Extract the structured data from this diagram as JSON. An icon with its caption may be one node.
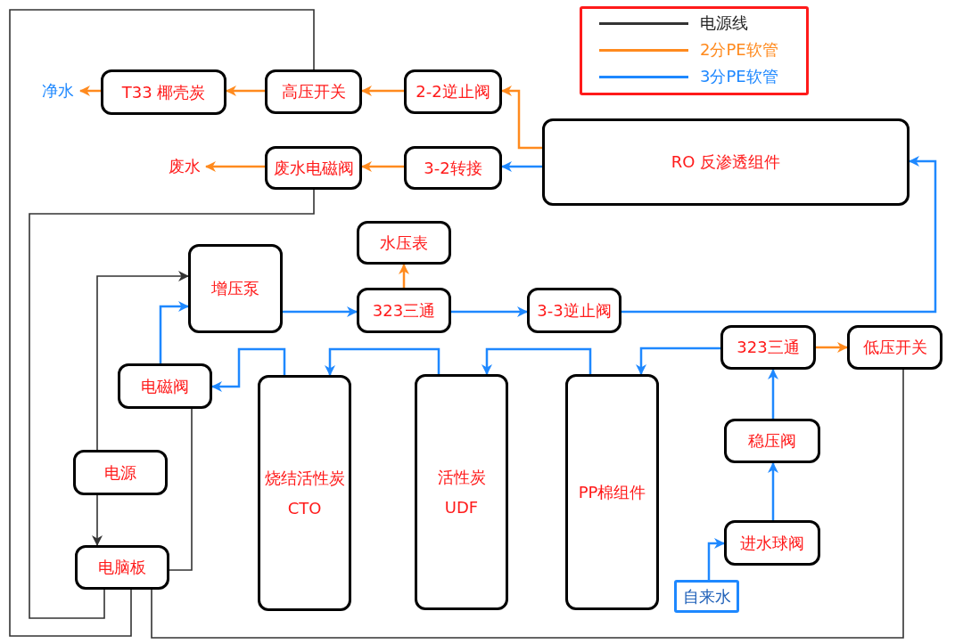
{
  "diagram": {
    "nodes": [
      {
        "text": [
          "净水"
        ]
      },
      {
        "text": [
          "T33 椰壳炭"
        ]
      },
      {
        "text": [
          "高压开关"
        ]
      },
      {
        "text": [
          "2-2逆止阀"
        ]
      },
      {
        "text": [
          "废水"
        ]
      },
      {
        "text": [
          "废水电磁阀"
        ]
      },
      {
        "text": [
          "3-2转接"
        ]
      },
      {
        "text": [
          "RO 反渗透组件"
        ]
      },
      {
        "text": [
          "水压表"
        ]
      },
      {
        "text": [
          "增压泵"
        ]
      },
      {
        "text": [
          "323三通"
        ]
      },
      {
        "text": [
          "3-3逆止阀"
        ]
      },
      {
        "text": [
          "电磁阀"
        ]
      },
      {
        "text": [
          "烧结活性炭",
          "CTO"
        ]
      },
      {
        "text": [
          "活性炭",
          "UDF"
        ]
      },
      {
        "text": [
          "PP棉组件"
        ]
      },
      {
        "text": [
          "323三通"
        ]
      },
      {
        "text": [
          "低压开关"
        ]
      },
      {
        "text": [
          "稳压阀"
        ]
      },
      {
        "text": [
          "进水球阀"
        ]
      },
      {
        "text": [
          "自来水"
        ]
      },
      {
        "text": [
          "电源"
        ]
      },
      {
        "text": [
          "电脑板"
        ]
      }
    ],
    "edges": [
      {
        "from": 20,
        "to": 19,
        "arrow": "to"
      },
      {
        "from": 19,
        "to": 18,
        "arrow": "to"
      },
      {
        "from": 18,
        "to": 16,
        "arrow": "to"
      },
      {
        "from": 16,
        "to": 17,
        "arrow": "to",
        "color": "#ff8a1e"
      },
      {
        "from": 16,
        "to": 15,
        "arrow": "to"
      },
      {
        "from": 15,
        "to": 14,
        "arrow": "to"
      },
      {
        "from": 14,
        "to": 13,
        "arrow": "to"
      },
      {
        "from": 13,
        "to": 12,
        "arrow": "to"
      },
      {
        "from": 12,
        "to": 9,
        "arrow": "to"
      },
      {
        "from": 9,
        "to": 10,
        "arrow": "to"
      },
      {
        "from": 10,
        "to": 8,
        "arrow": "to",
        "color": "#ff8a1e"
      },
      {
        "from": 10,
        "to": 11,
        "arrow": "to"
      },
      {
        "from": 11,
        "to": 7,
        "arrow": "to"
      },
      {
        "from": 7,
        "to": 6,
        "arrow": "to"
      },
      {
        "from": 7,
        "to": 3,
        "arrow": "to",
        "color": "#ff8a1e"
      },
      {
        "from": 3,
        "to": 2,
        "arrow": "to",
        "color": "#ff8a1e"
      },
      {
        "from": 2,
        "to": 1,
        "arrow": "to",
        "color": "#ff8a1e"
      },
      {
        "from": 1,
        "to": 0,
        "arrow": "to",
        "color": "#ff8a1e"
      },
      {
        "from": 6,
        "to": 5,
        "arrow": "to",
        "color": "#ff8a1e"
      },
      {
        "from": 5,
        "to": 4,
        "arrow": "to",
        "color": "#ff8a1e"
      },
      {
        "from": 21,
        "to": 9,
        "arrow": "to",
        "color": "#333333"
      },
      {
        "from": 21,
        "to": 22,
        "arrow": "to",
        "color": "#333333"
      },
      {
        "from": 2,
        "to": 22,
        "arrow": "none",
        "color": "#333333"
      },
      {
        "from": 5,
        "to": 22,
        "arrow": "none",
        "color": "#333333"
      },
      {
        "from": 12,
        "to": 22,
        "arrow": "none",
        "color": "#333333"
      },
      {
        "from": 17,
        "to": 22,
        "arrow": "none",
        "color": "#333333"
      }
    ],
    "legend": [
      {
        "text": "电源线"
      },
      {
        "text": "2分PE软管"
      },
      {
        "text": "3分PE软管"
      }
    ]
  }
}
